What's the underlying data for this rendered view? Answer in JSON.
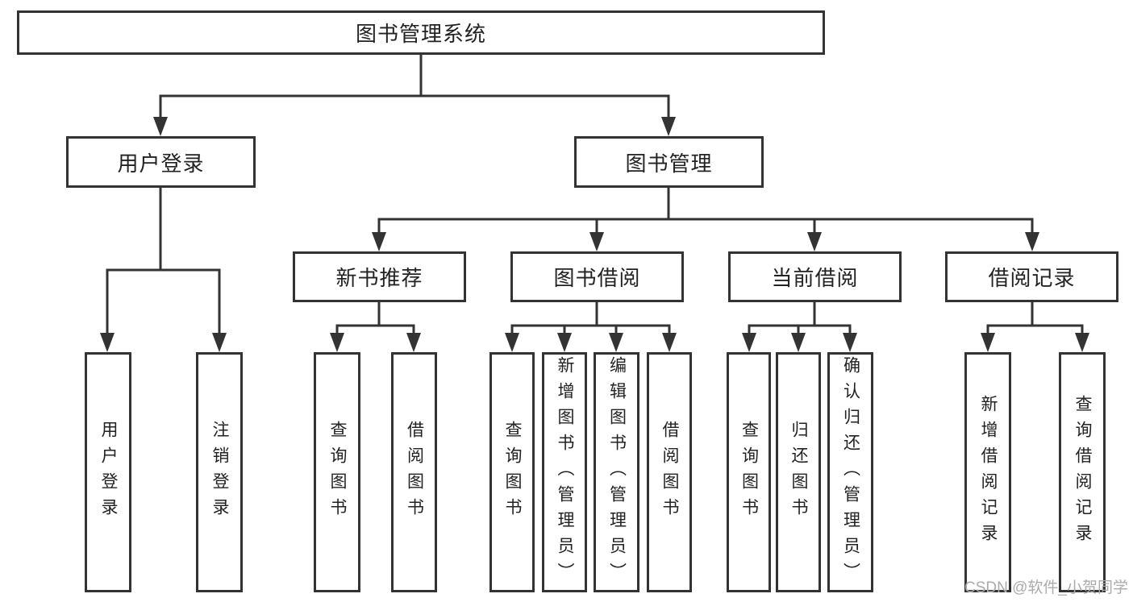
{
  "diagram": {
    "title": "图书管理系统",
    "branches": [
      {
        "label": "用户登录",
        "children": [
          "用户登录",
          "注销登录"
        ]
      },
      {
        "label": "图书管理",
        "modules": [
          {
            "label": "新书推荐",
            "children": [
              "查询图书",
              "借阅图书"
            ]
          },
          {
            "label": "图书借阅",
            "children": [
              "查询图书",
              "新增图书（管理员）",
              "编辑图书（管理员）",
              "借阅图书"
            ]
          },
          {
            "label": "当前借阅",
            "children": [
              "查询图书",
              "归还图书",
              "确认归还（管理员）"
            ]
          },
          {
            "label": "借阅记录",
            "children": [
              "新增借阅记录",
              "查询借阅记录"
            ]
          }
        ]
      }
    ]
  },
  "watermark": "CSDN @软件_小贺同学",
  "colors": {
    "line": "#333333",
    "text": "#222222",
    "watermark": "#ababab",
    "background": "#ffffff"
  }
}
